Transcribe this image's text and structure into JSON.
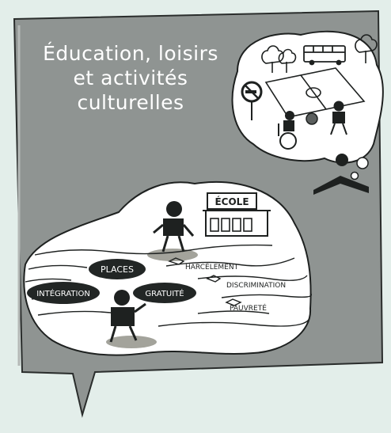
{
  "title": {
    "line1": "Éducation, loisirs",
    "line2": "et activités",
    "line3": "culturelles"
  },
  "school_sign": "ÉCOLE",
  "stones": {
    "places": "PLACES",
    "integration": "INTÉGRATION",
    "gratuite": "GRATUITÉ"
  },
  "crocodiles": {
    "harcelement": "HARCÈLEMENT",
    "discrimination": "DISCRIMINATION",
    "pauvrete": "PAUVRETÉ"
  },
  "colors": {
    "page_bg": "#e3eeea",
    "panel": "#8f9492",
    "ink": "#1e2120",
    "stone": "#222625",
    "shadow": "#a3a39b"
  }
}
